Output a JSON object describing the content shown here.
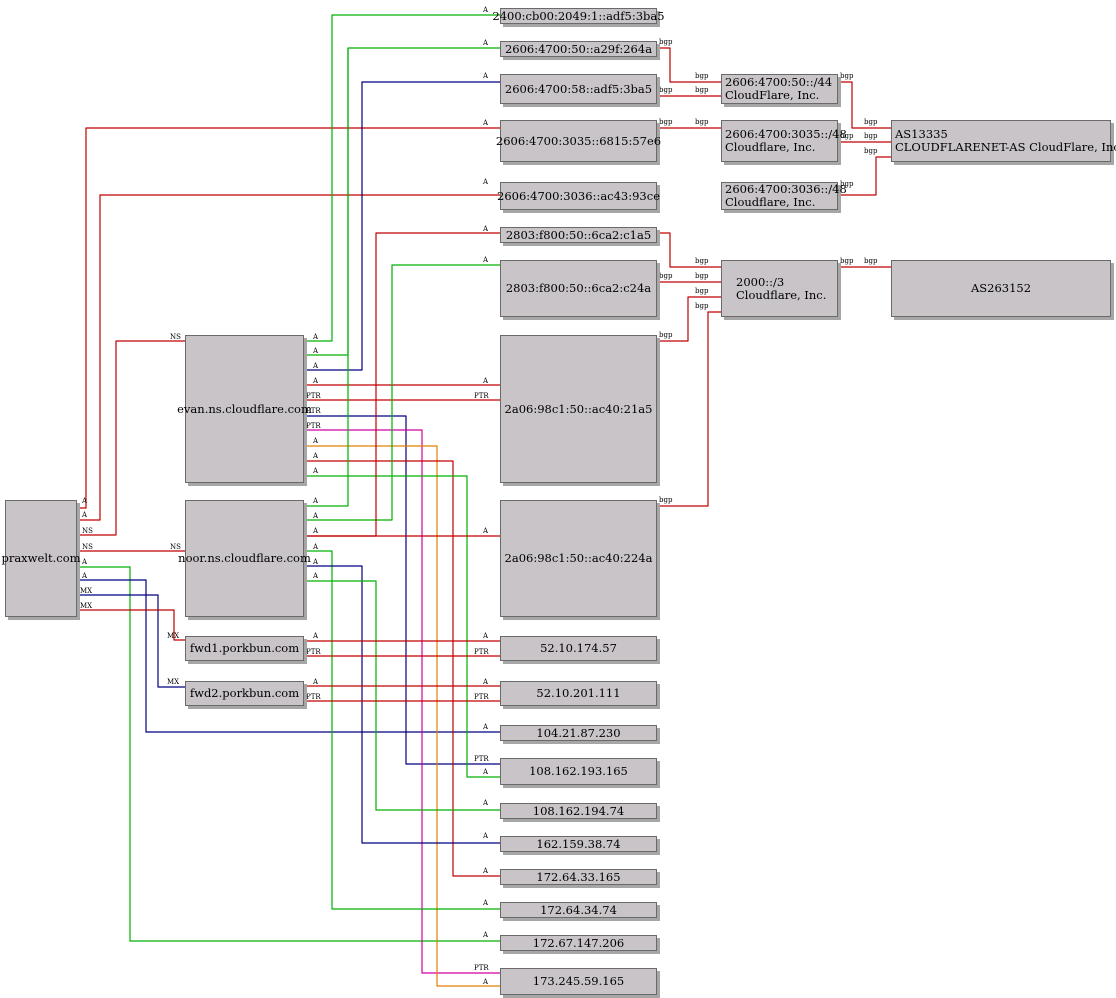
{
  "colors": {
    "A": "#c00000",
    "A_green": "#00b000",
    "A_blue": "#000080",
    "PTR_magenta": "#d000a0",
    "A_orange": "#e08000",
    "NS": "#c00000",
    "MX": "#c00000",
    "bgp": "#c00000"
  },
  "nodes": {
    "praxwelt": "praxwelt.com",
    "evan": "evan.ns.cloudflare.com",
    "noor": "noor.ns.cloudflare.com",
    "fwd1": "fwd1.porkbun.com",
    "fwd2": "fwd2.porkbun.com",
    "ip6_1": "2400:cb00:2049:1::adf5:3ba5",
    "ip6_2": "2606:4700:50::a29f:264a",
    "ip6_3": "2606:4700:58::adf5:3ba5",
    "ip6_4": "2606:4700:3035::6815:57e6",
    "ip6_5": "2606:4700:3036::ac43:93ce",
    "ip6_6": "2803:f800:50::6ca2:c1a5",
    "ip6_7": "2803:f800:50::6ca2:c24a",
    "ip6_8": "2a06:98c1:50::ac40:21a5",
    "ip6_9": "2a06:98c1:50::ac40:224a",
    "ip4_1": "52.10.174.57",
    "ip4_2": "52.10.201.111",
    "ip4_3": "104.21.87.230",
    "ip4_4": "108.162.193.165",
    "ip4_5": "108.162.194.74",
    "ip4_6": "162.159.38.74",
    "ip4_7": "172.64.33.165",
    "ip4_8": "172.64.34.74",
    "ip4_9": "172.67.147.206",
    "ip4_10": "173.245.59.165",
    "pfx1_line1": "2606:4700:50::/44",
    "pfx1_line2": "CloudFlare, Inc.",
    "pfx2_line1": "2606:4700:3035::/48",
    "pfx2_line2": "Cloudflare, Inc.",
    "pfx3_line1": "2606:4700:3036::/48",
    "pfx3_line2": "Cloudflare, Inc.",
    "pfx4_line1": "2000::/3",
    "pfx4_line2": "Cloudflare, Inc.",
    "as1_line1": "AS13335",
    "as1_line2": "CLOUDFLARENET-AS CloudFlare, Inc.",
    "as2": "AS263152"
  },
  "edge_labels": {
    "A": "A",
    "NS": "NS",
    "MX": "MX",
    "PTR": "PTR",
    "bgp": "bgp"
  }
}
